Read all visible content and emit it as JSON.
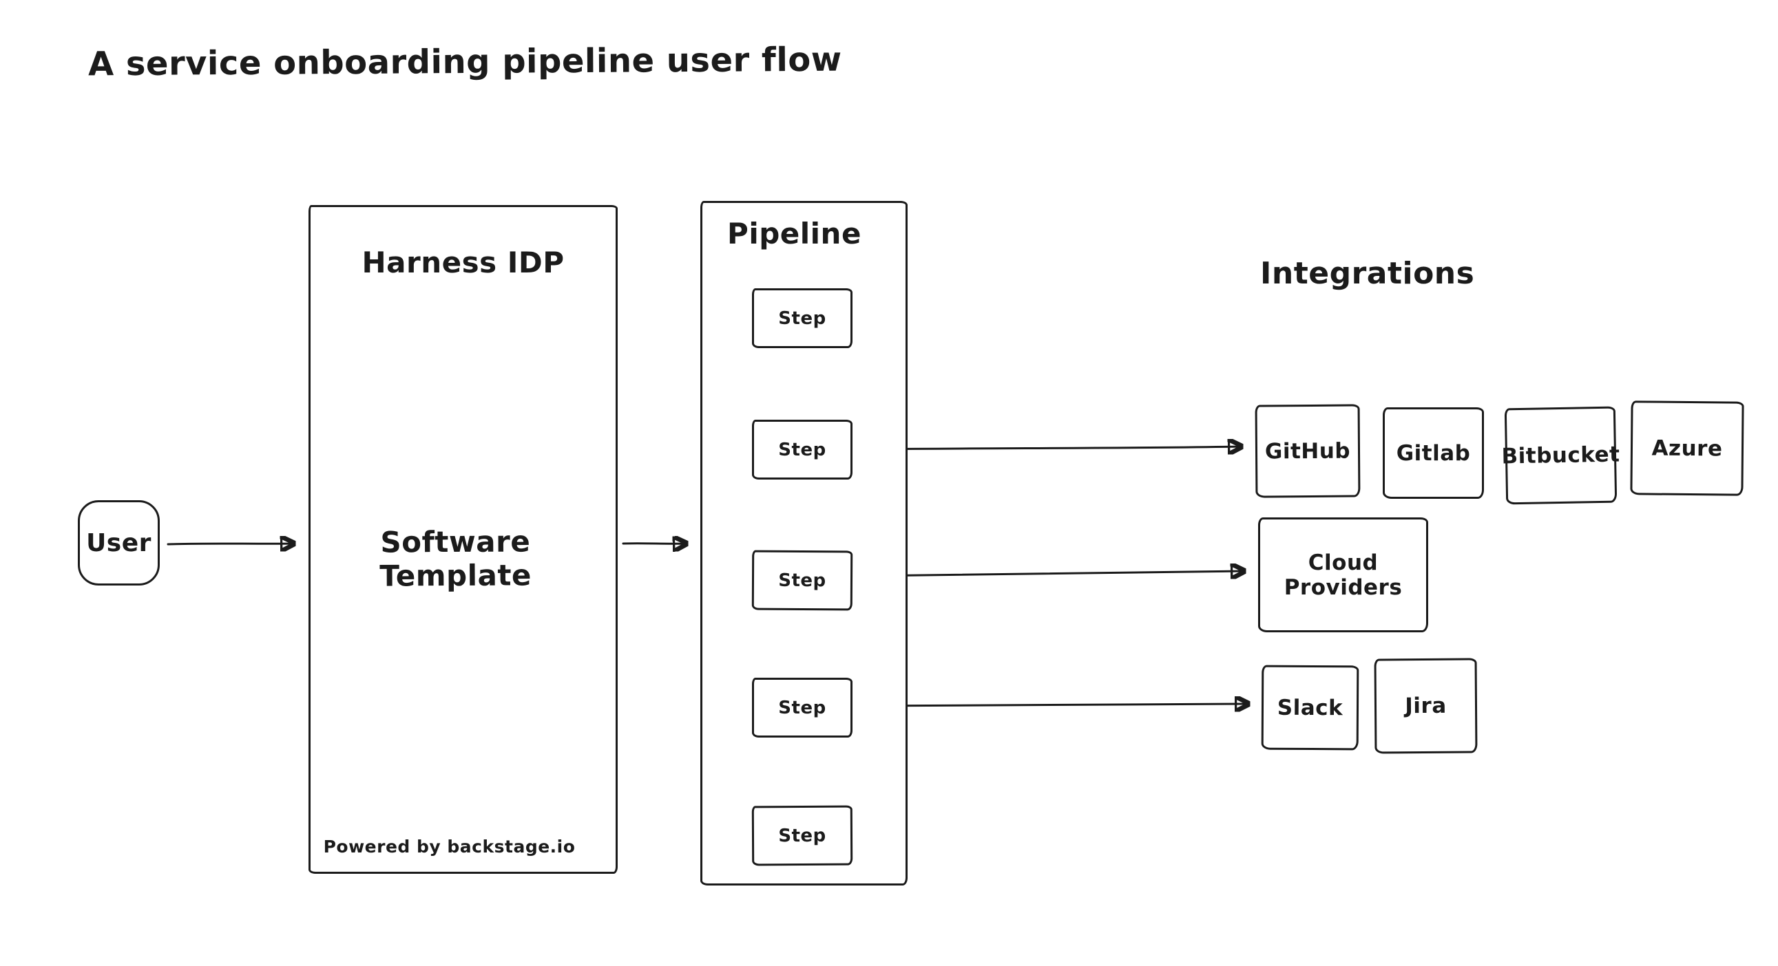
{
  "title": "A service onboarding pipeline user flow",
  "user": {
    "label": "User"
  },
  "harness": {
    "title": "Harness IDP",
    "body": "Software Template",
    "footer": "Powered by backstage.io"
  },
  "pipeline": {
    "title": "Pipeline",
    "steps": [
      "Step",
      "Step",
      "Step",
      "Step",
      "Step"
    ]
  },
  "integrations": {
    "title": "Integrations",
    "row1": [
      "GitHub",
      "Gitlab",
      "Bitbucket",
      "Azure"
    ],
    "row2": [
      "Cloud Providers"
    ],
    "row3": [
      "Slack",
      "Jira"
    ]
  },
  "colors": {
    "ink": "#1b1b1b",
    "background": "#ffffff"
  }
}
